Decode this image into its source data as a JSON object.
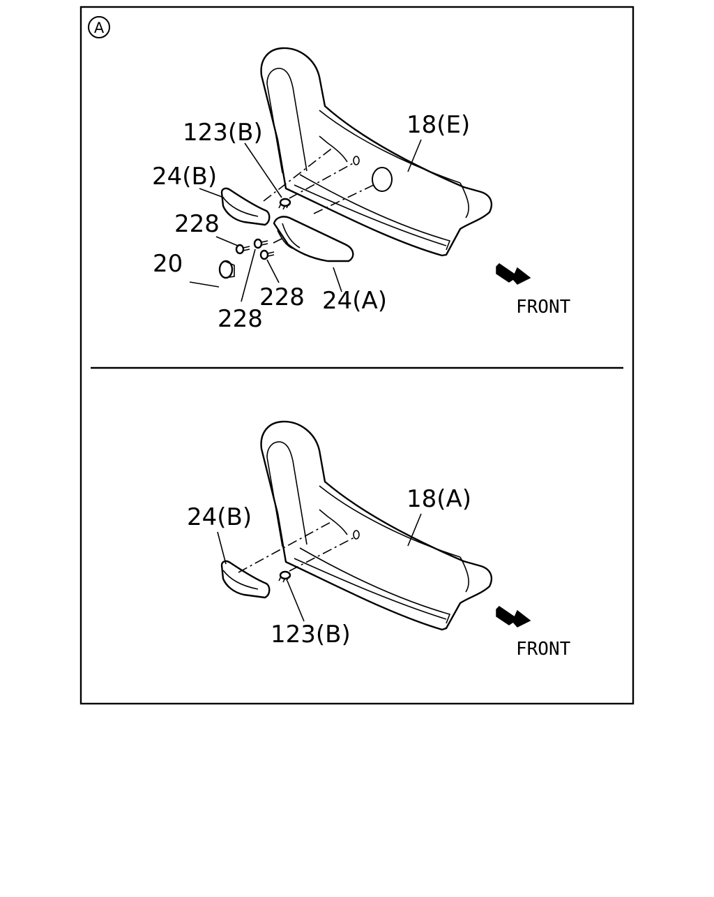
{
  "view_marker": "A",
  "panels": [
    {
      "id": "upper",
      "labels": {
        "bracket": "18(E)",
        "screw_123": "123(B)",
        "cover_b": "24(B)",
        "screw_228_top": "228",
        "cap_20": "20",
        "screw_228_mid": "228",
        "screw_228_low": "228",
        "cover_a": "24(A)"
      },
      "direction": "FRONT"
    },
    {
      "id": "lower",
      "labels": {
        "cover_b": "24(B)",
        "bracket": "18(A)",
        "screw_123": "123(B)"
      },
      "direction": "FRONT"
    }
  ]
}
